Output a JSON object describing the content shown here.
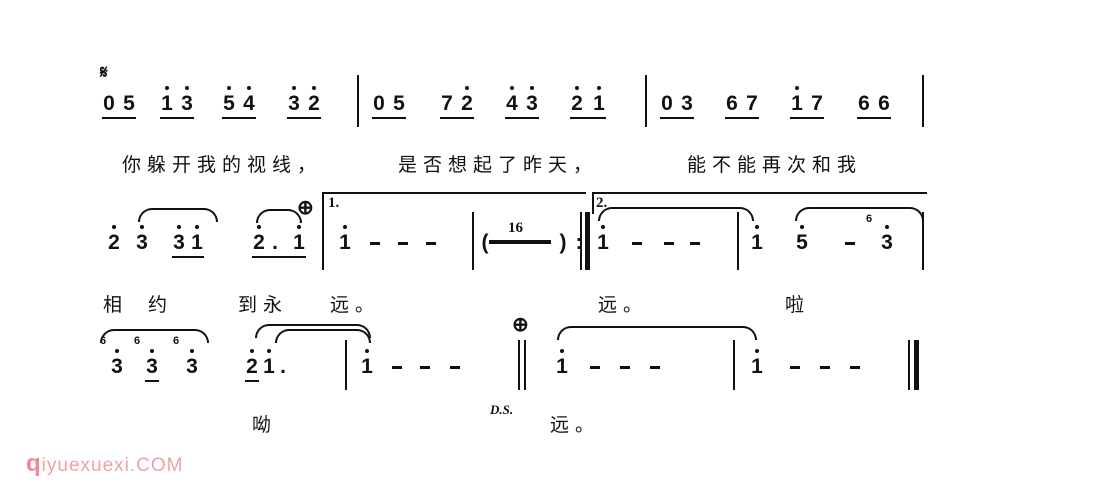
{
  "score": {
    "rows": [
      {
        "notes": [
          "0",
          "5",
          "1'",
          "3'",
          "5'",
          "4'",
          "3'",
          "2'",
          "|",
          "0",
          "5",
          "7",
          "2'",
          "4'",
          "3'",
          "2'",
          "1'",
          "|",
          "0",
          "3",
          "6",
          "7",
          "1'",
          "7",
          "6",
          "6",
          "|"
        ],
        "lyrics": [
          "你躲开我的视线，",
          "是否想起了昨天，",
          "能不能再次和我"
        ]
      },
      {
        "notes": [
          "2'",
          "3'",
          "3'",
          "1'",
          "2'",
          ".",
          "1'",
          "|",
          "1'",
          "-",
          "-",
          "-",
          "|",
          "(",
          ")",
          ":|",
          "1'",
          "-",
          "-",
          "-",
          "|",
          "1'",
          "5'",
          "-",
          "3'",
          "|"
        ],
        "lyrics": [
          "相",
          "约",
          "到永",
          "远。",
          "远。",
          "啦"
        ],
        "rest_count": "16",
        "volta1": "1.",
        "volta2": "2.",
        "grace": "6"
      },
      {
        "notes": [
          "3'",
          "3'",
          "3'",
          "2'",
          "1'",
          ".",
          "|",
          "1'",
          "-",
          "-",
          "-",
          "||",
          "1'",
          "-",
          "-",
          "-",
          "|",
          "1'",
          "-",
          "-",
          "-",
          "||"
        ],
        "lyrics": [
          "呦",
          "远。"
        ],
        "grace": [
          "6",
          "6",
          "6"
        ],
        "ds": "D.S."
      }
    ],
    "segno": "𝄋",
    "coda": "⊕"
  },
  "watermark": {
    "first": "q",
    "rest": "iyuexuexi.COM",
    "color": "#f2a0a8"
  }
}
